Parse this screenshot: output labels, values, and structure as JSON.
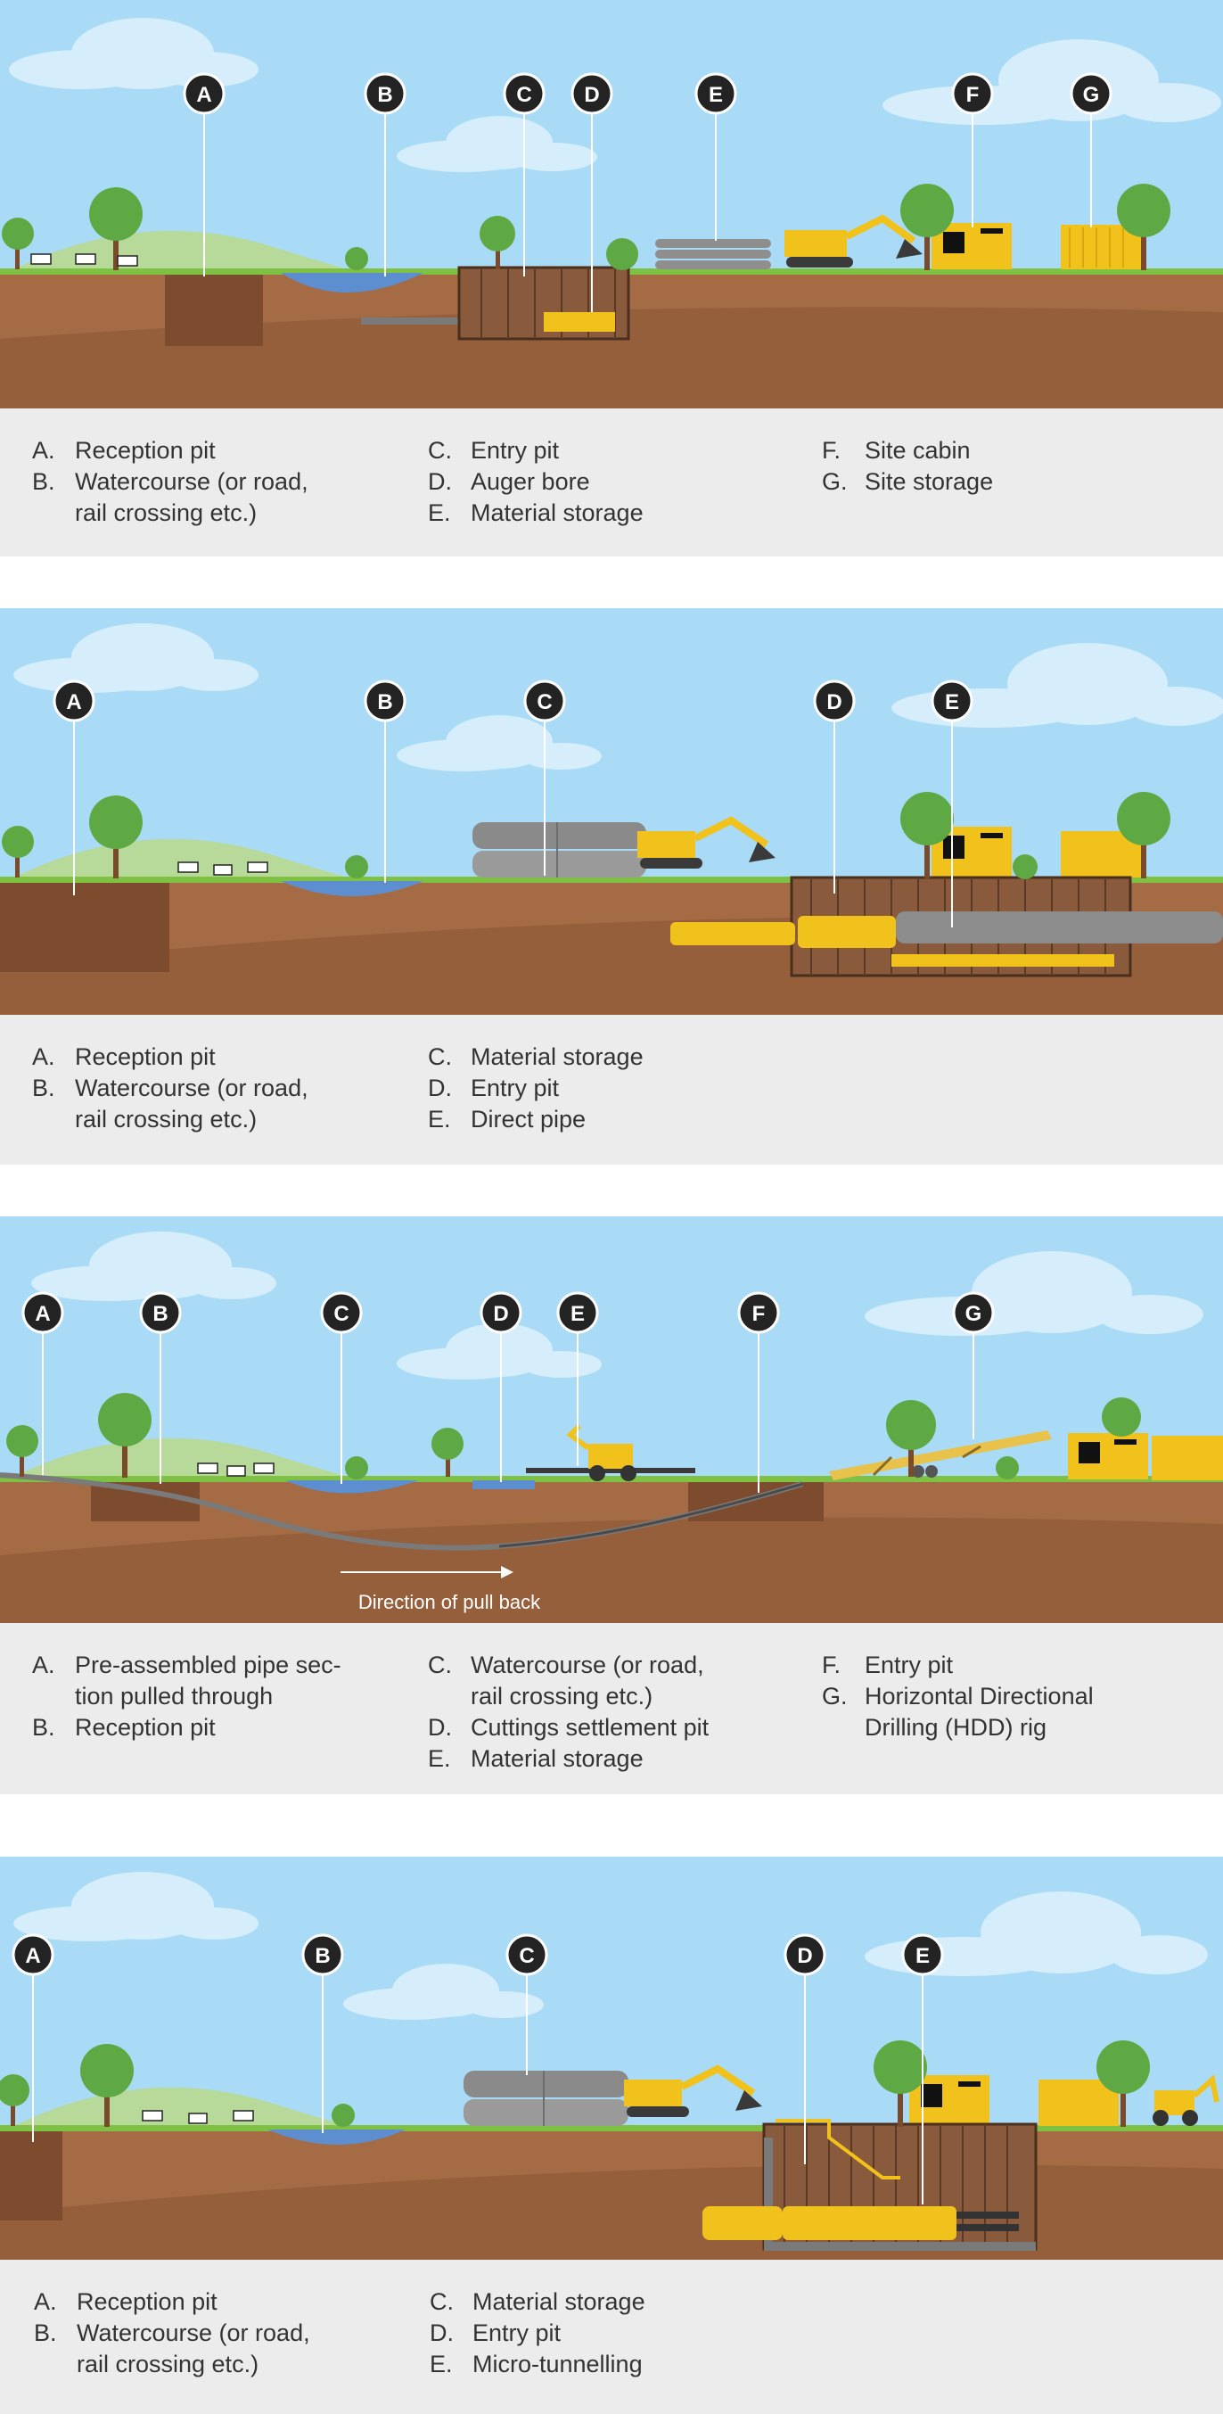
{
  "panels": [
    {
      "callouts": [
        "A",
        "B",
        "C",
        "D",
        "E",
        "F",
        "G"
      ],
      "legend_columns": [
        [
          {
            "letter": "A.",
            "text": "Reception pit"
          },
          {
            "letter": "B.",
            "text": "Watercourse (or road, rail crossing etc.)"
          }
        ],
        [
          {
            "letter": "C.",
            "text": "Entry pit"
          },
          {
            "letter": "D.",
            "text": "Auger bore"
          },
          {
            "letter": "E.",
            "text": "Material storage"
          }
        ],
        [
          {
            "letter": "F.",
            "text": "Site cabin"
          },
          {
            "letter": "G.",
            "text": "Site storage"
          }
        ]
      ]
    },
    {
      "callouts": [
        "A",
        "B",
        "C",
        "D",
        "E"
      ],
      "legend_columns": [
        [
          {
            "letter": "A.",
            "text": "Reception pit"
          },
          {
            "letter": "B.",
            "text": "Watercourse (or road, rail crossing etc.)"
          }
        ],
        [
          {
            "letter": "C.",
            "text": "Material storage"
          },
          {
            "letter": "D.",
            "text": "Entry pit"
          },
          {
            "letter": "E.",
            "text": "Direct pipe"
          }
        ]
      ]
    },
    {
      "callouts": [
        "A",
        "B",
        "C",
        "D",
        "E",
        "F",
        "G"
      ],
      "arrow_label": "Direction of pull back",
      "legend_columns": [
        [
          {
            "letter": "A.",
            "text": "Pre-assembled pipe sec-tion pulled through"
          },
          {
            "letter": "B.",
            "text": "Reception pit"
          }
        ],
        [
          {
            "letter": "C.",
            "text": "Watercourse (or road, rail crossing etc.)"
          },
          {
            "letter": "D.",
            "text": "Cuttings settlement pit"
          },
          {
            "letter": "E.",
            "text": "Material storage"
          }
        ],
        [
          {
            "letter": "F.",
            "text": "Entry pit"
          },
          {
            "letter": "G.",
            "text": "Horizontal Directional Drilling (HDD) rig"
          }
        ]
      ]
    },
    {
      "callouts": [
        "A",
        "B",
        "C",
        "D",
        "E"
      ],
      "legend_columns": [
        [
          {
            "letter": "A.",
            "text": "Reception pit"
          },
          {
            "letter": "B.",
            "text": "Watercourse (or road, rail crossing etc.)"
          }
        ],
        [
          {
            "letter": "C.",
            "text": "Material storage"
          },
          {
            "letter": "D.",
            "text": "Entry pit"
          },
          {
            "letter": "E.",
            "text": "Micro-tunnelling"
          }
        ]
      ]
    }
  ],
  "colors": {
    "sky": "#a9dbf6",
    "cloud": "#d6edfb",
    "grass": "#7ec143",
    "soil": "#a46b45",
    "soil_dark": "#8a5535",
    "machine_yellow": "#f2c21c",
    "legend_bg": "#ececec",
    "callout_bg": "#232323"
  }
}
